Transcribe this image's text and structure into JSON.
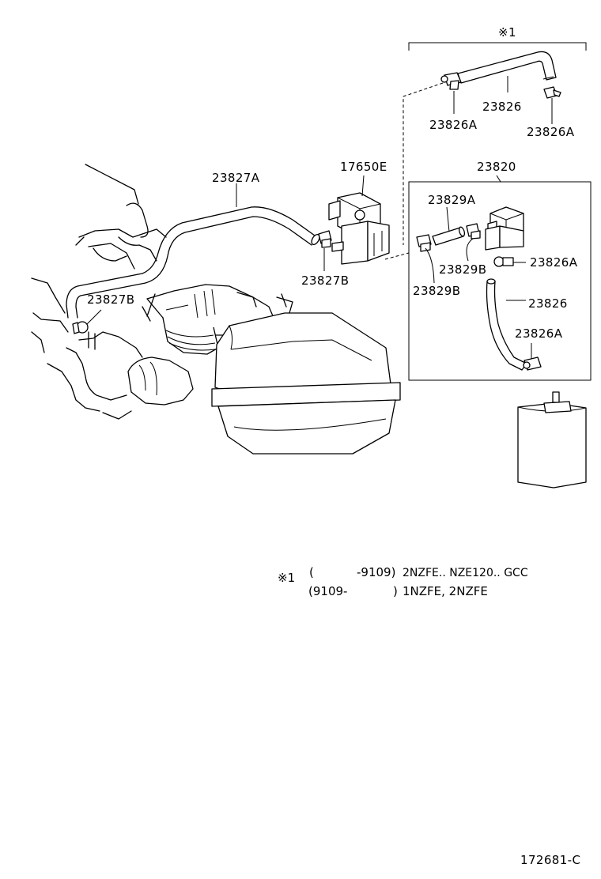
{
  "parts": {
    "p_23827A": "23827A",
    "p_17650E": "17650E",
    "p_23820": "23820",
    "p_23826_top": "23826",
    "p_23826A_top_left": "23826A",
    "p_23826A_top_right": "23826A",
    "p_23829A": "23829A",
    "p_23826A_box_upper": "23826A",
    "p_23829B_right": "23829B",
    "p_23829B_left": "23829B",
    "p_23827B_center": "23827B",
    "p_23826_box": "23826",
    "p_23826A_box_lower": "23826A",
    "p_23827B_left": "23827B"
  },
  "markers": {
    "top_bracket": "※1"
  },
  "notes": {
    "marker": "※1",
    "line1_open": "(",
    "line1_range": "-9109)",
    "line1_desc": "2NZFE.. NZE120.. GCC",
    "line2_range": "(9109-",
    "line2_close": ")",
    "line2_desc": "1NZFE, 2NZFE"
  },
  "diagram_code": "172681-C"
}
